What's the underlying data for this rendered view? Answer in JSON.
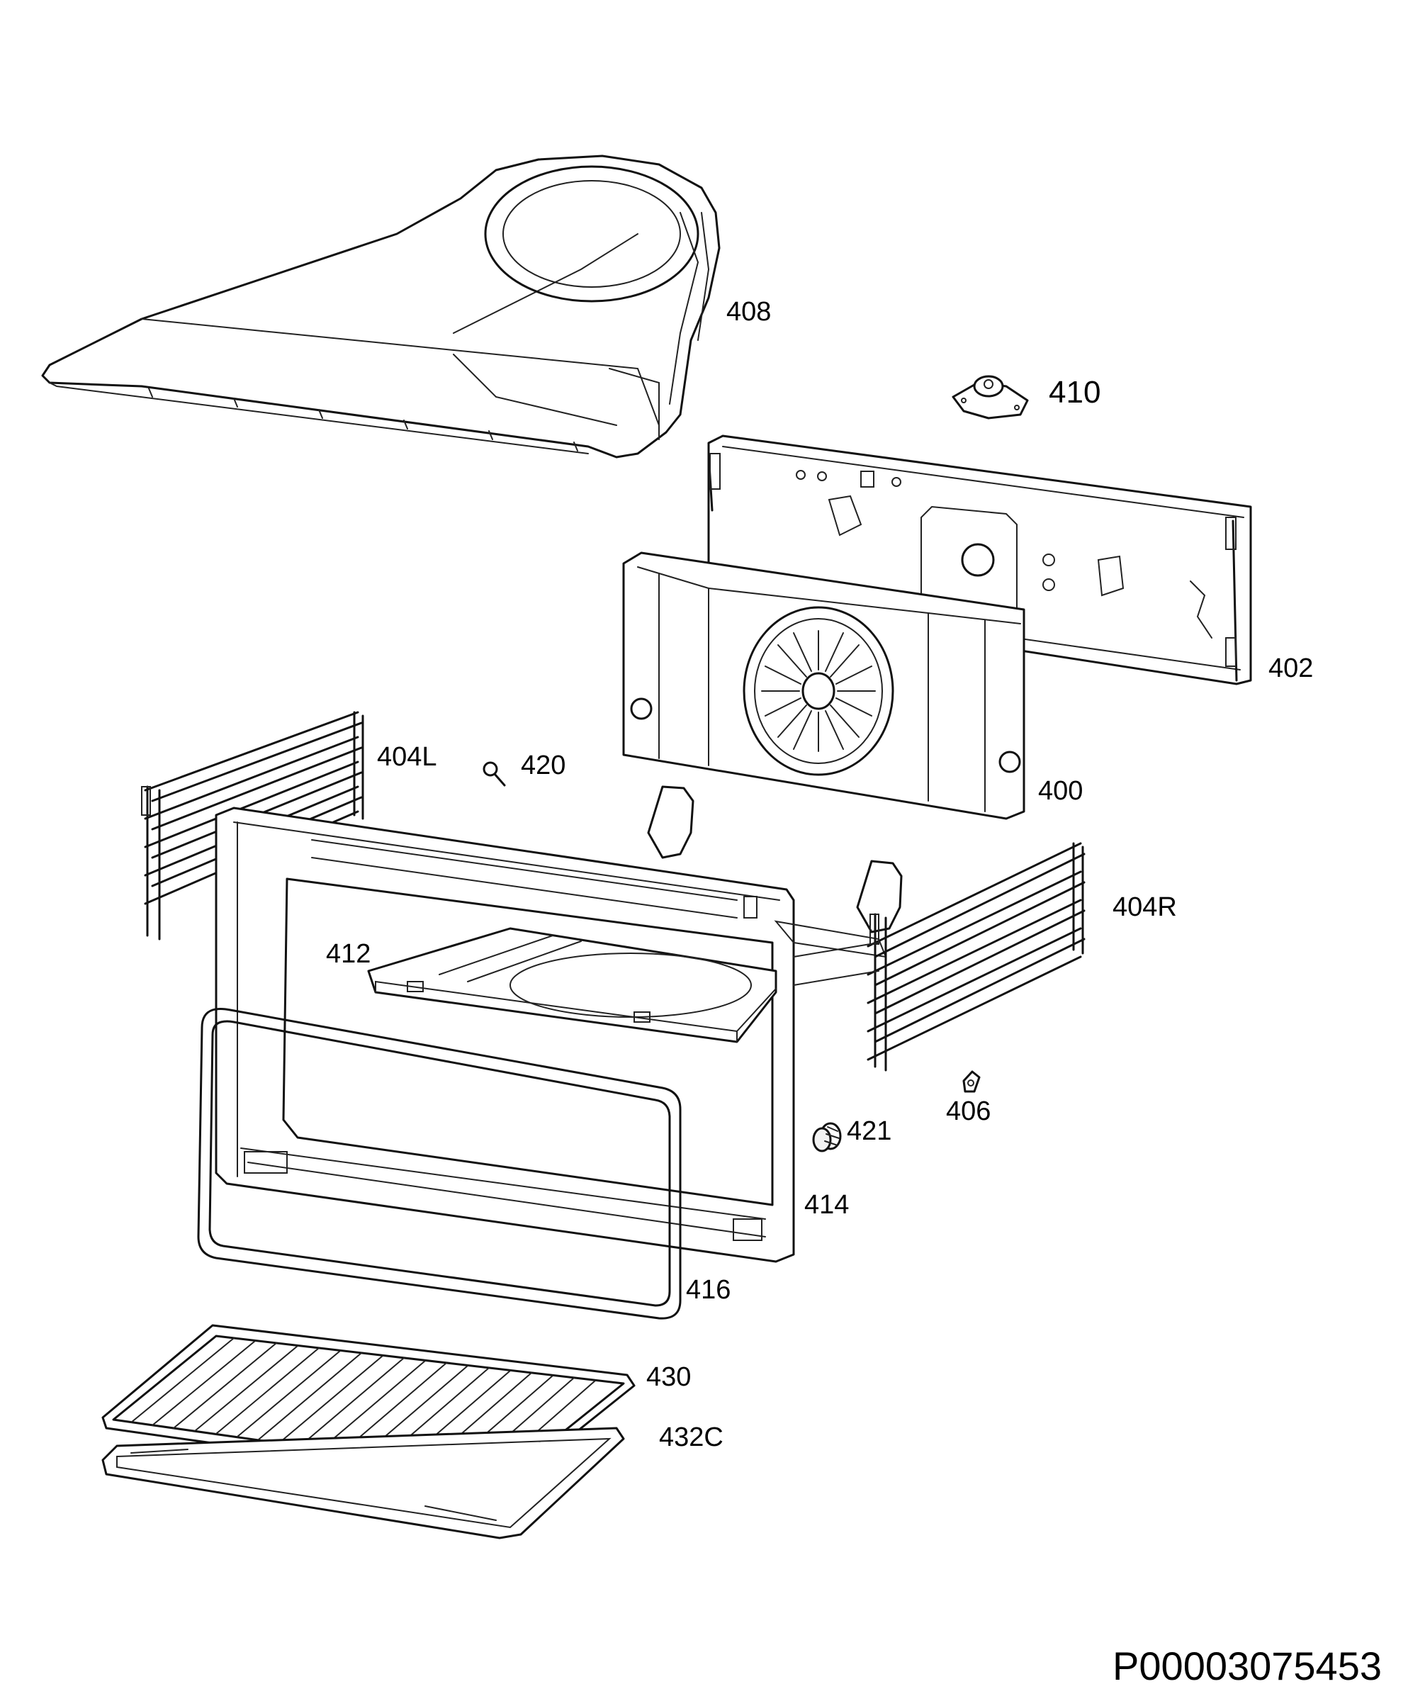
{
  "document_id": "P00003075453",
  "parts": [
    {
      "id": "p408",
      "label": "408"
    },
    {
      "id": "p410",
      "label": "410"
    },
    {
      "id": "p402",
      "label": "402"
    },
    {
      "id": "p404L",
      "label": "404L"
    },
    {
      "id": "p420",
      "label": "420"
    },
    {
      "id": "p400",
      "label": "400"
    },
    {
      "id": "p404R",
      "label": "404R"
    },
    {
      "id": "p412",
      "label": "412"
    },
    {
      "id": "p406",
      "label": "406"
    },
    {
      "id": "p421",
      "label": "421"
    },
    {
      "id": "p414",
      "label": "414"
    },
    {
      "id": "p416",
      "label": "416"
    },
    {
      "id": "p430",
      "label": "430"
    },
    {
      "id": "p432C",
      "label": "432C"
    }
  ]
}
